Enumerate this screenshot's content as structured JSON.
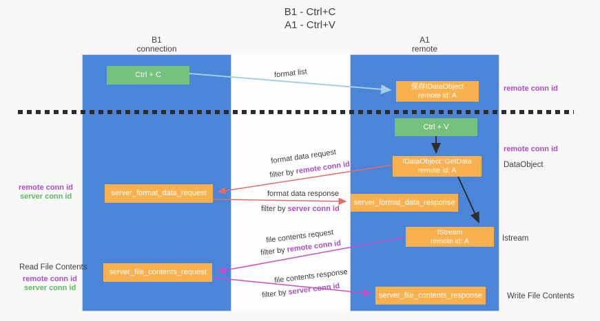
{
  "title": {
    "line1": "B1 - Ctrl+C",
    "line2": "A1 - Ctrl+V"
  },
  "columns": {
    "b1": {
      "name": "B1",
      "subtitle": "connection"
    },
    "a1": {
      "name": "A1",
      "subtitle": "remote"
    }
  },
  "nodes": {
    "ctrl_c": {
      "label": "Ctrl + C"
    },
    "ctrl_v": {
      "label": "Ctrl + V"
    },
    "save_idataobject": {
      "line1": "保存IDataObject",
      "line2": "remote id: A"
    },
    "getdata": {
      "line1": "IDataObject::GetData",
      "line2": "remote id: A"
    },
    "istream": {
      "line1": "IStream",
      "line2": "remote id: A"
    },
    "format_request": {
      "label": "server_format_data_request"
    },
    "format_response": {
      "label": "server_format_data_response"
    },
    "file_request": {
      "label": "server_file_contents_request"
    },
    "file_response": {
      "label": "server_file_contents_response"
    }
  },
  "flow_labels": {
    "format_list": "format list",
    "format_data_request": "format data request",
    "format_data_response": "format data response",
    "file_contents_request": "file contents request",
    "file_contents_response": "file contents response",
    "filter_by": "filter by",
    "remote_conn_id": "remote conn id",
    "server_conn_id": "server conn id"
  },
  "annotations": {
    "right_top_remote_conn_id": "remote conn id",
    "right_mid_remote_conn_id": "remote conn id",
    "dataobject": "DataObject",
    "istream": "Istream",
    "write_file_contents": "Write File Contents",
    "left_remote_conn_id": "remote conn id",
    "left_server_conn_id": "server conn id",
    "read_file_contents": "Read File Contents",
    "read_remote_conn_id": "remote conn id",
    "read_server_conn_id": "server conn id"
  },
  "colors": {
    "lane_blue": "#4a85d8",
    "box_orange": "#f9b04e",
    "box_green": "#76c27c",
    "purple_text": "#a94fc0",
    "green_text": "#5cb860",
    "arrow_blue": "#a5cdec",
    "arrow_red": "#e56b6b",
    "arrow_magenta": "#cb4bc4",
    "arrow_black": "#2d2d2d",
    "dashed_divider": "#2b2b2b"
  }
}
